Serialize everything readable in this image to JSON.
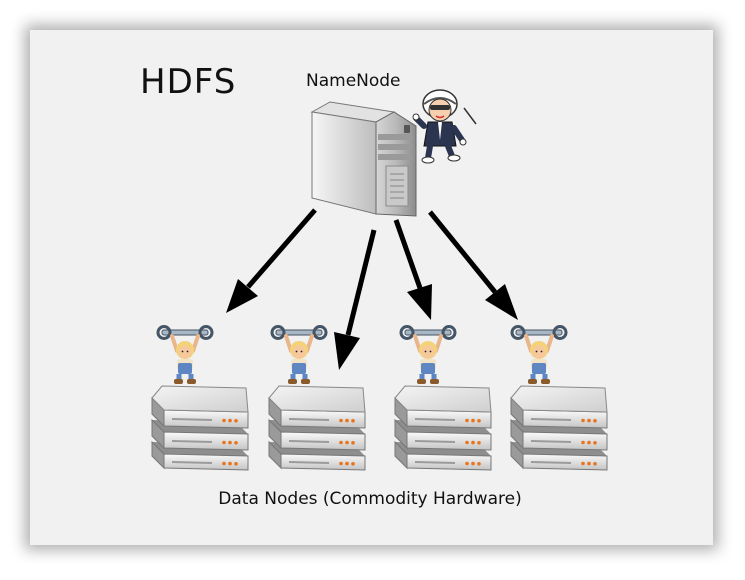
{
  "title": "HDFS",
  "namenode": {
    "label": "NameNode"
  },
  "datanodes": {
    "label": "Data Nodes (Commodity Hardware)",
    "count": 4
  },
  "icons": {
    "namenode": "server-tower-icon",
    "operator": "operator-figure-icon",
    "worker": "worker-with-wrench-icon",
    "datanode": "rack-server-icon"
  },
  "colors": {
    "background": "#f1f1f1",
    "arrow": "#000000",
    "server_light": "#efefef",
    "server_dark": "#8e8e8e",
    "led": "#e8741e"
  }
}
